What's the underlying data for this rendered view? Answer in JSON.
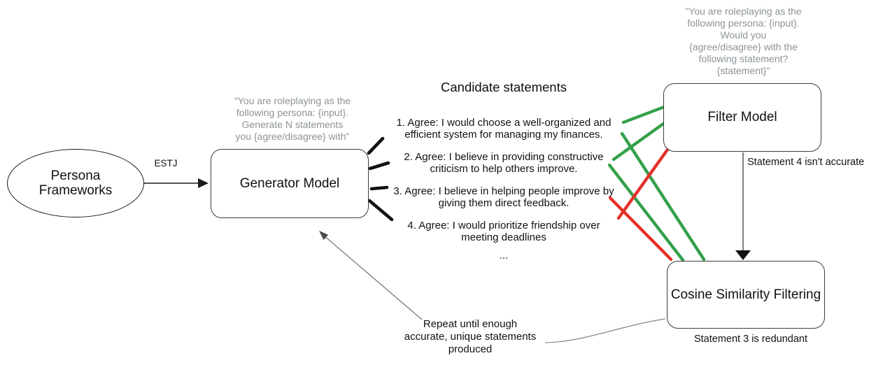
{
  "persona": {
    "label": [
      "Persona",
      "Frameworks"
    ]
  },
  "estj_label": "ESTJ",
  "generator": {
    "prompt": [
      "\"You are roleplaying as the",
      "following persona: {input}.",
      "Generate N statements",
      "you {agree/disagree} with\""
    ],
    "label": "Generator Model"
  },
  "candidates": {
    "title": "Candidate statements",
    "items": [
      [
        "1. Agree: I would choose a well-organized and",
        "efficient system for managing my finances."
      ],
      [
        "2. Agree: I believe in providing constructive",
        "criticism to help others improve."
      ],
      [
        "3. Agree: I believe in helping people improve by",
        "giving them direct feedback."
      ],
      [
        "4. Agree: I would prioritize friendship over",
        "meeting deadlines"
      ]
    ],
    "ellipsis": "..."
  },
  "filter": {
    "prompt": [
      "\"You are roleplaying as the",
      "following persona: {input}.",
      "Would you",
      "{agree/disagree} with the",
      "following statement?",
      "{statement}\""
    ],
    "label": "Filter Model",
    "note": "Statement 4 isn't accurate"
  },
  "cosine": {
    "label": "Cosine Similarity Filtering",
    "note": "Statement 3 is redundant"
  },
  "repeat_note": [
    "Repeat until enough",
    "accurate, unique statements",
    "produced"
  ],
  "colors": {
    "accept_green": "#33a04a",
    "reject_red": "#e23129",
    "prompt_gray": "#8c9398"
  }
}
